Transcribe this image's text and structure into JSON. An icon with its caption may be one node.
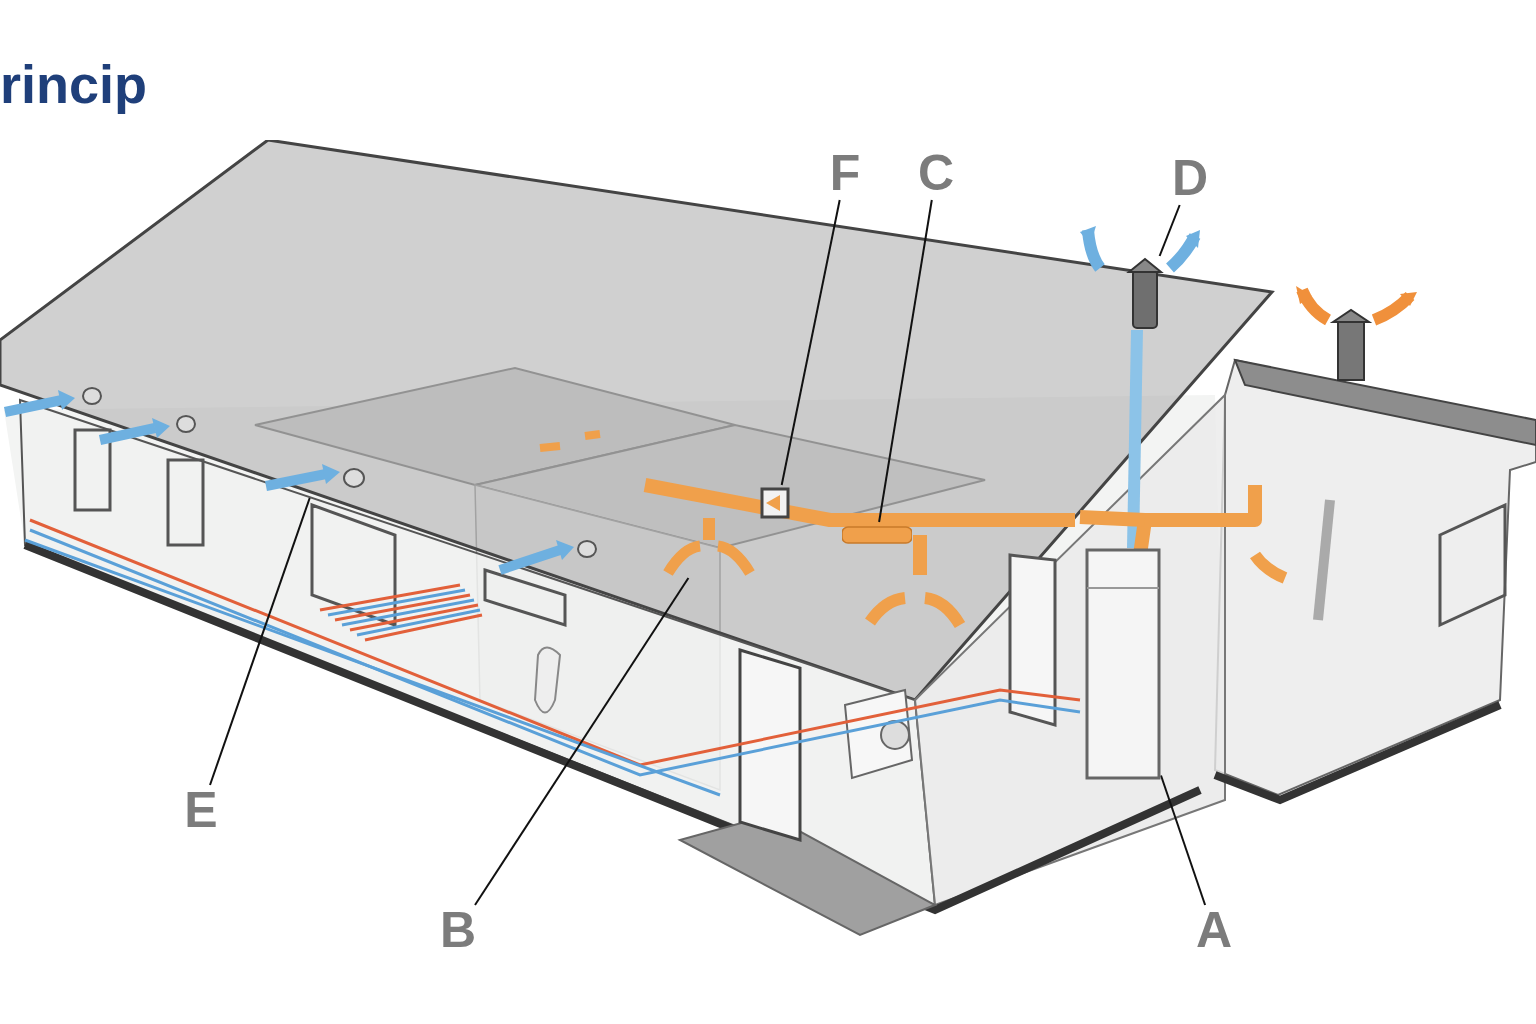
{
  "diagram": {
    "title": "rincip",
    "nodes": [
      {
        "text": [
          "F"
        ]
      },
      {
        "text": [
          "C"
        ]
      },
      {
        "text": [
          "D"
        ]
      },
      {
        "text": [
          "E"
        ]
      },
      {
        "text": [
          "B"
        ]
      },
      {
        "text": [
          "A"
        ]
      },
      {
        "text": [],
        "shape": "picture"
      },
      {
        "text": [],
        "shape": "picture"
      },
      {
        "text": [],
        "shape": "picture"
      },
      {
        "text": [],
        "shape": "bar"
      },
      {
        "text": [],
        "shape": "box"
      },
      {
        "text": [],
        "shape": "cylinder"
      }
    ],
    "edges": [
      {
        "from": 0,
        "to": 8,
        "arrow": "none"
      },
      {
        "from": 1,
        "to": 9,
        "arrow": "none"
      },
      {
        "from": 2,
        "to": 11,
        "arrow": "none"
      },
      {
        "from": 3,
        "to": 6,
        "arrow": "none"
      },
      {
        "from": 4,
        "to": 7,
        "arrow": "none"
      },
      {
        "from": 5,
        "to": 10,
        "arrow": "none"
      }
    ]
  }
}
